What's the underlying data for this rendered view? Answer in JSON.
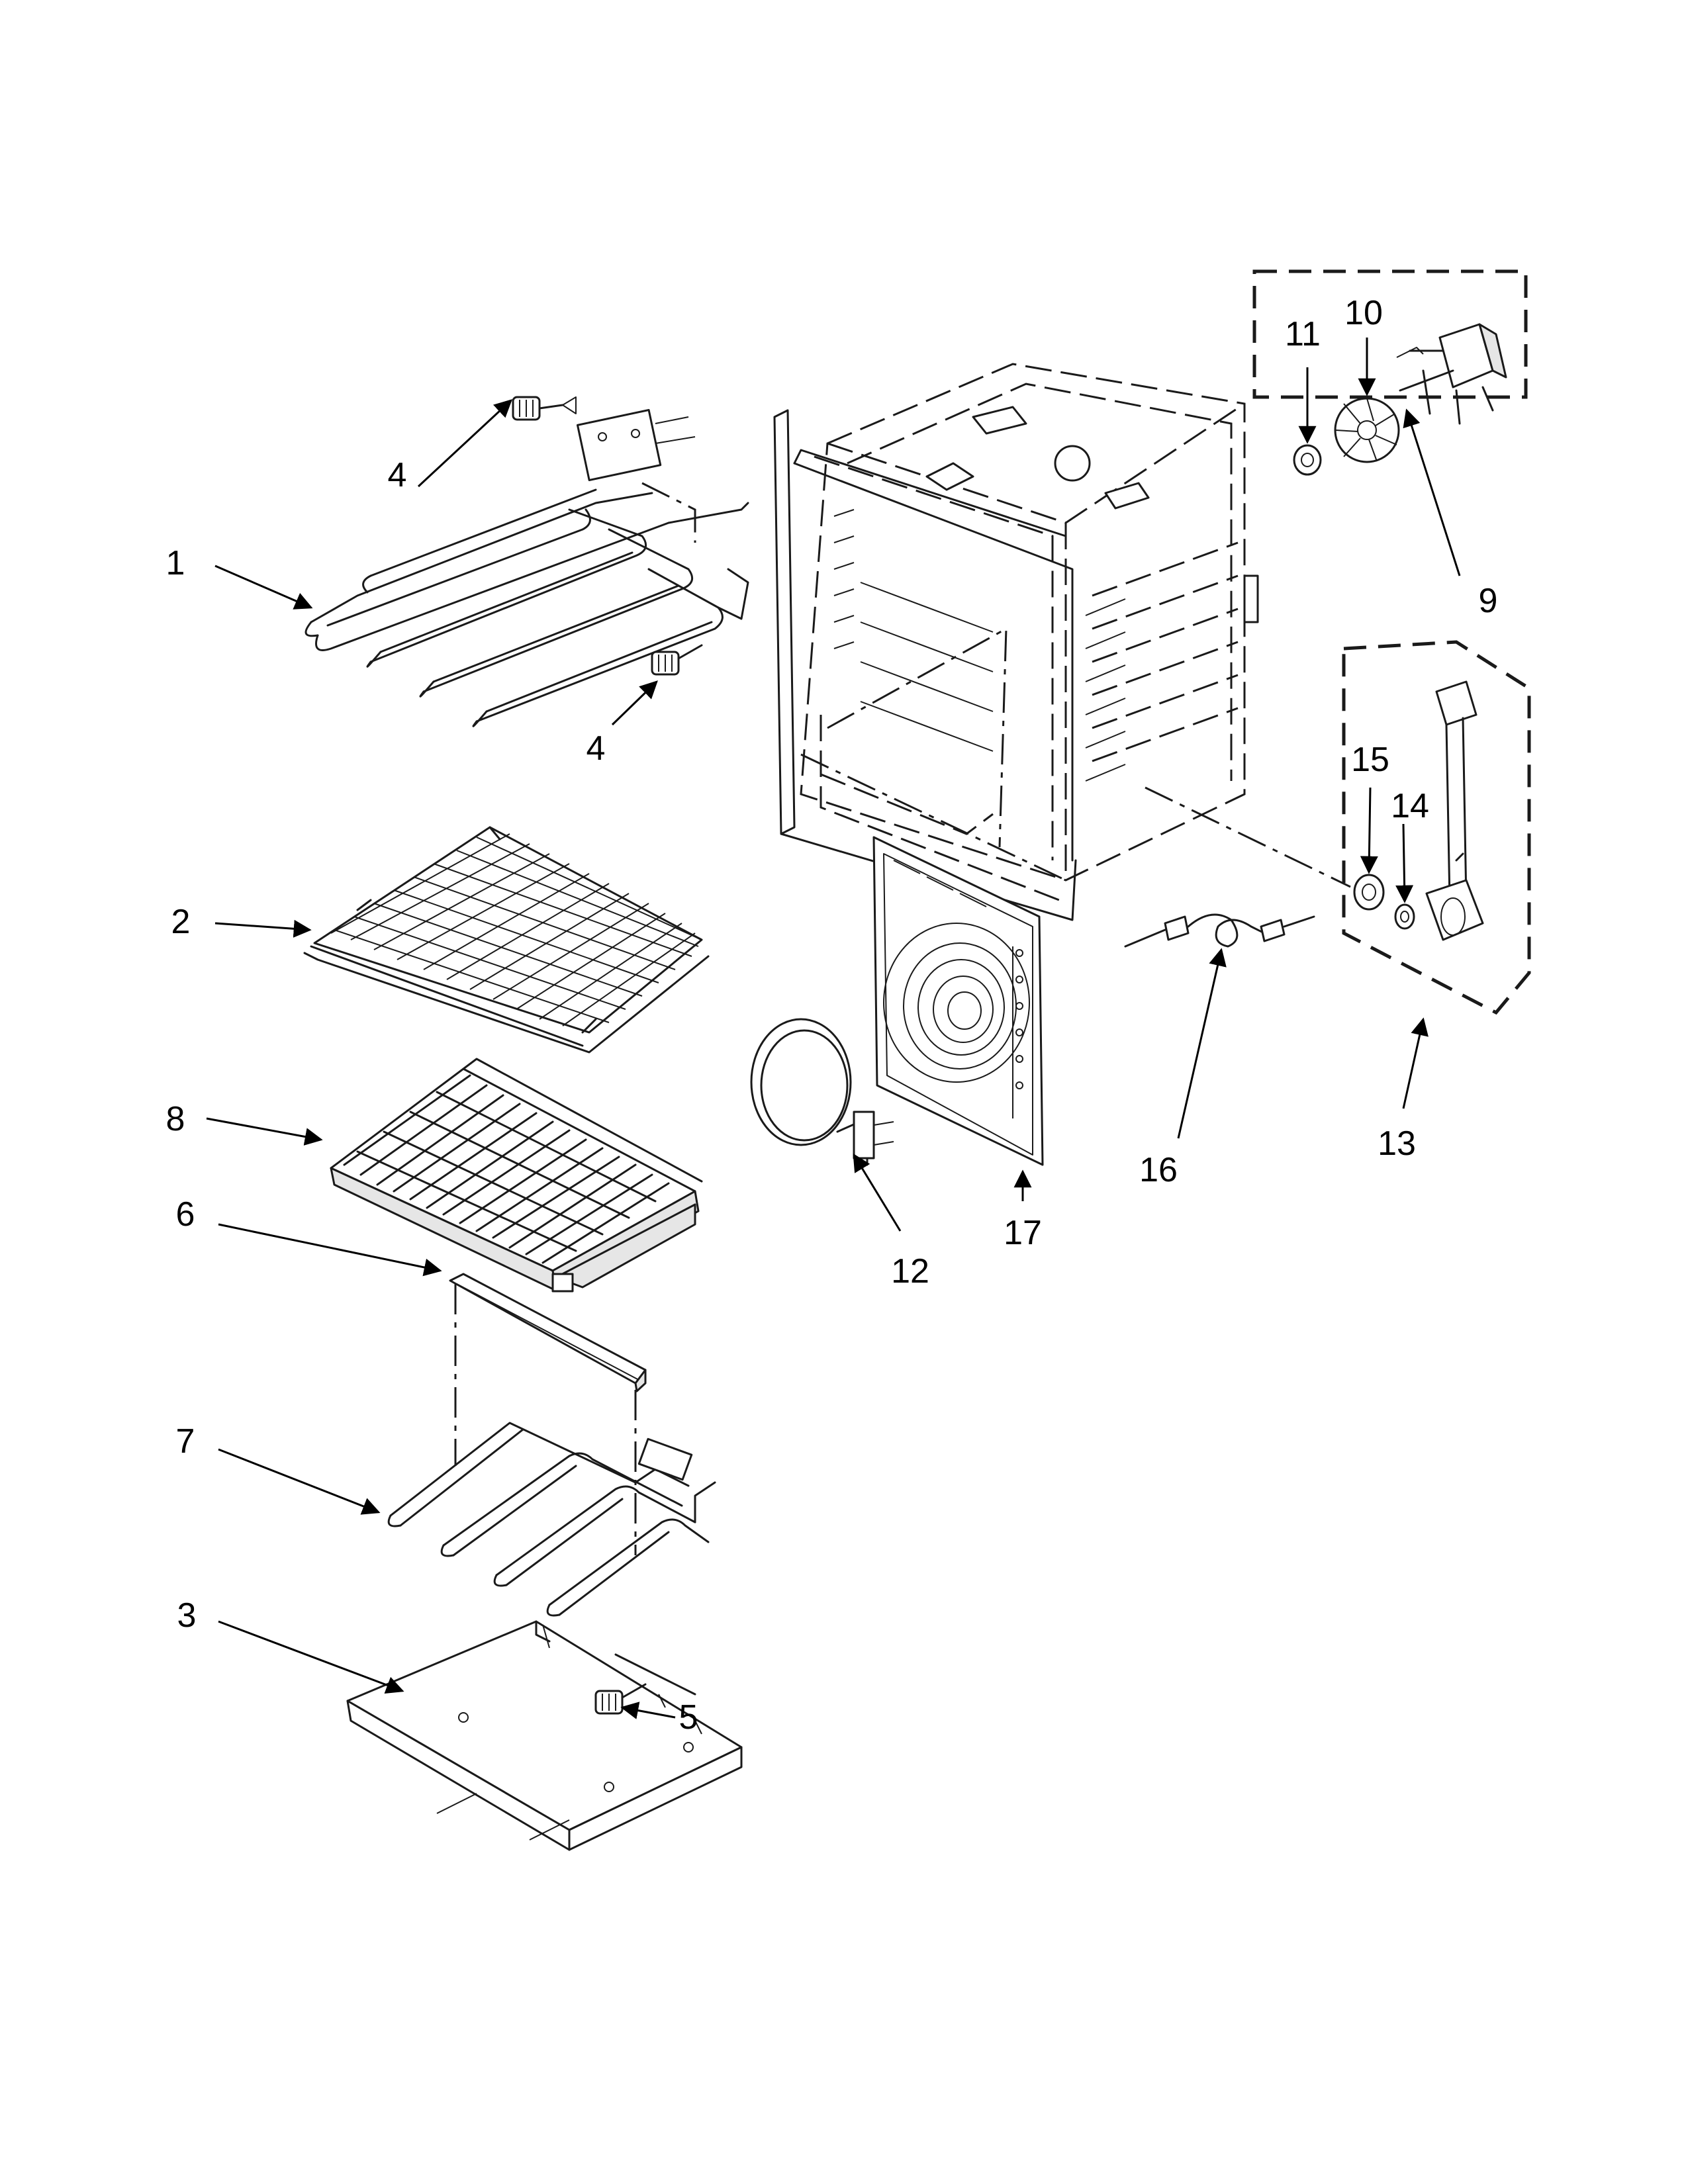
{
  "diagram": {
    "callouts": [
      {
        "id": "c1",
        "label": "1"
      },
      {
        "id": "c2",
        "label": "2"
      },
      {
        "id": "c3",
        "label": "3"
      },
      {
        "id": "c4a",
        "label": "4"
      },
      {
        "id": "c4b",
        "label": "4"
      },
      {
        "id": "c5",
        "label": "5"
      },
      {
        "id": "c6",
        "label": "6"
      },
      {
        "id": "c7",
        "label": "7"
      },
      {
        "id": "c8",
        "label": "8"
      },
      {
        "id": "c9",
        "label": "9"
      },
      {
        "id": "c10",
        "label": "10"
      },
      {
        "id": "c11",
        "label": "11"
      },
      {
        "id": "c12",
        "label": "12"
      },
      {
        "id": "c13",
        "label": "13"
      },
      {
        "id": "c14",
        "label": "14"
      },
      {
        "id": "c15",
        "label": "15"
      },
      {
        "id": "c16",
        "label": "16"
      },
      {
        "id": "c17",
        "label": "17"
      }
    ]
  }
}
